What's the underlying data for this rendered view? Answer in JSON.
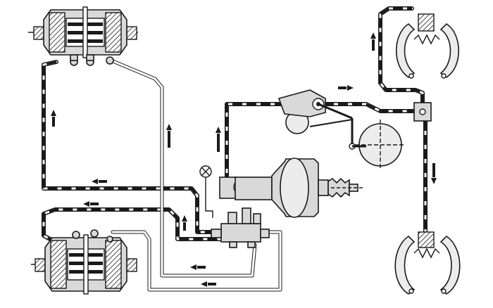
{
  "diagram": {
    "components": [
      {
        "id": "front-caliper-top",
        "kind": "disc brake caliper"
      },
      {
        "id": "front-caliper-bottom",
        "kind": "disc brake caliper"
      },
      {
        "id": "rear-drum-top",
        "kind": "drum brake shoes"
      },
      {
        "id": "rear-drum-bottom",
        "kind": "drum brake shoes"
      },
      {
        "id": "master-cylinder",
        "kind": "master cylinder"
      },
      {
        "id": "brake-booster",
        "kind": "vacuum booster"
      },
      {
        "id": "pressure-regulator",
        "kind": "pressure regulator with lever"
      },
      {
        "id": "warning-lamp",
        "kind": "indicator lamp"
      },
      {
        "id": "tee-junction",
        "kind": "rear tee"
      }
    ],
    "colors": {
      "line": "#1a1a1a",
      "fill": "#d9d9d9",
      "background": "#ffffff"
    }
  }
}
